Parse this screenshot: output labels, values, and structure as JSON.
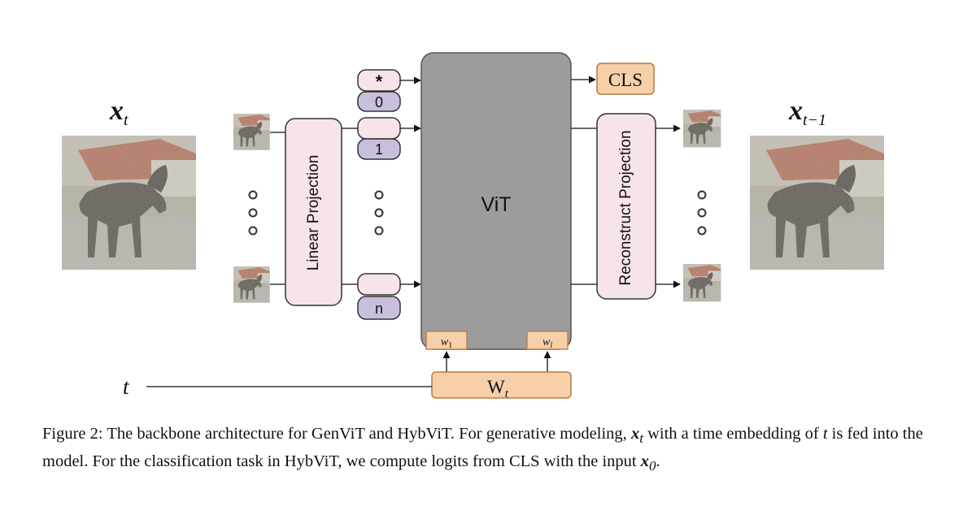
{
  "diagram": {
    "input_label": "x",
    "input_sub": "t",
    "output_label": "x",
    "output_sub": "t−1",
    "time_label": "t",
    "linear_projection": "Linear Projection",
    "reconstruct_projection": "Reconstruct Projection",
    "vit_label": "ViT",
    "cls_label": "CLS",
    "token_star": "*",
    "pos_embeddings": [
      "0",
      "1",
      "n"
    ],
    "w1_label": "w",
    "w1_sub": "1",
    "wl_label": "w",
    "wl_sub": "l",
    "Wt_label": "W",
    "Wt_sub": "t",
    "colors": {
      "pink_box": "#f7e4ea",
      "purple_box": "#c8bfdd",
      "orange_box": "#f7cfa8",
      "vit_gray": "#9c9c9c"
    }
  },
  "caption": {
    "part1": "Figure 2: The backbone architecture for GenViT and HybViT. For generative modeling, ",
    "x_symbol": "x",
    "x_sub": "t",
    "part2": " with a time embedding of ",
    "t_symbol": "t",
    "part3": " is fed into the model. For the classification task in HybViT, we compute logits from CLS with the input ",
    "x0_symbol": "x",
    "x0_sub": "0",
    "part4": "."
  }
}
